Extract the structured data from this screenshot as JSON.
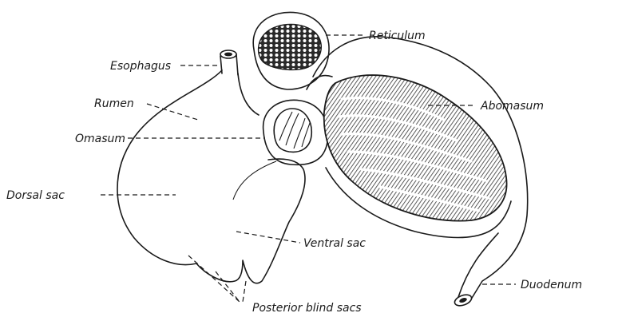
{
  "labels": {
    "reticulum": "Reticulum",
    "esophagus": "Esophagus",
    "rumen": "Rumen",
    "omasum": "Omasum",
    "abomasum": "Abomasum",
    "dorsal_sac": "Dorsal sac",
    "ventral_sac": "Ventral sac",
    "duodenum": "Duodenum",
    "posterior_blind_sacs": "Posterior blind sacs"
  }
}
